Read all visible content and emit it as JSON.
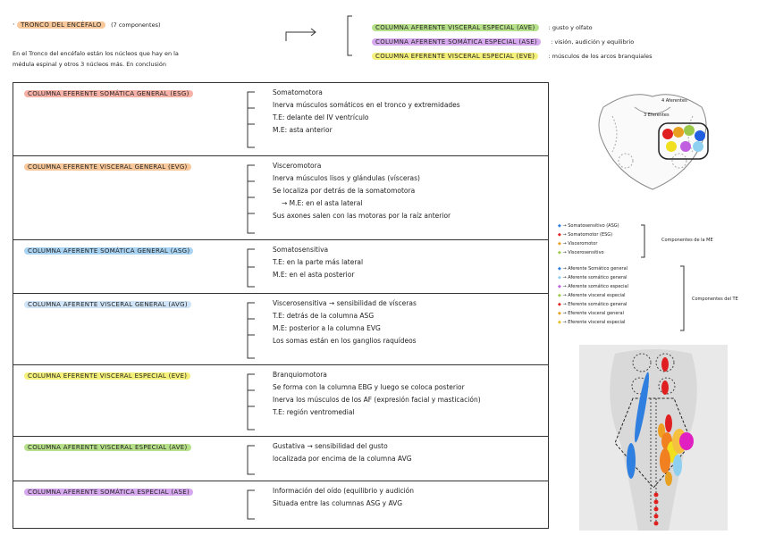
{
  "header": {
    "bullet": "·",
    "title": "TRONCO DEL ENCÉFALO",
    "subtitle": "(7 componentes)",
    "intro_line1": "En el Tronco del encéfalo están los núcleos que hay en la",
    "intro_line2": "médula espinal y otros 3 núcleos más. En conclusión"
  },
  "special_columns": [
    {
      "label": "COLUMNA AFERENTE VISCERAL ESPECIAL (AVE)",
      "desc": ": gusto y olfato",
      "color": "#b7e08a"
    },
    {
      "label": "COLUMNA AFERENTE SOMÁTICA ESPECIAL (ASE)",
      "desc": ": visión, audición y equilibrio",
      "color": "#d6a8ee"
    },
    {
      "label": "COLUMNA EFERENTE VISCERAL ESPECIAL (EVE)",
      "desc": ": músculos de los arcos branquiales",
      "color": "#f5f07a"
    }
  ],
  "rows": [
    {
      "label": "COLUMNA EFERENTE SOMÁTICA GENERAL (ESG)",
      "color": "#f7b2a8",
      "lines": [
        "Somatomotora",
        "Inerva músculos somáticos en el tronco y extremidades",
        "T.E: delante del IV ventrículo",
        "M.E: asta anterior"
      ]
    },
    {
      "label": "COLUMNA EFERENTE VISCERAL GENERAL (EVG)",
      "color": "#f8c79a",
      "lines": [
        "Visceromotora",
        "Inerva músculos lisos y glándulas (vísceras)",
        "Se localiza por detrás de la somatomotora",
        "→ M.E: en el asta lateral",
        "Sus axones salen con las motoras por la raíz anterior"
      ]
    },
    {
      "label": "COLUMNA AFERENTE SOMÁTICA GENERAL (ASG)",
      "color": "#a9d3f2",
      "lines": [
        "Somatosensitiva",
        "T.E: en la parte más lateral",
        "M.E: en el asta posterior"
      ]
    },
    {
      "label": "COLUMNA AFERENTE VISCERAL GENERAL (AVG)",
      "color": "#cfe4f7",
      "lines": [
        "Viscerosensitiva → sensibilidad de vísceras",
        "T.E: detrás de la columna ASG",
        "M.E: posterior a la columna EVG",
        "Los somas están en los ganglios raquídeos"
      ]
    },
    {
      "label": "COLUMNA EFERENTE VISCERAL ESPECIAL (EVE)",
      "color": "#f5f07a",
      "lines": [
        "Branquiomotora",
        "Se forma con la columna EBG y luego se coloca posterior",
        "Inerva los músculos de los AF (expresión facial y masticación)",
        "T.E: región ventromedial"
      ]
    },
    {
      "label": "COLUMNA AFERENTE VISCERAL ESPECIAL (AVE)",
      "color": "#b7e08a",
      "lines": [
        "Gustativa → sensibilidad del gusto",
        "localizada por encima de la columna AVG"
      ]
    },
    {
      "label": "COLUMNA AFERENTE SOMÁTICA ESPECIAL (ASE)",
      "color": "#d6a8ee",
      "lines": [
        "Información del oído (equilibrio y audición",
        "Situada entre las columnas ASG y AVG"
      ]
    }
  ],
  "diagram": {
    "label_afferent": "4 Aferentes",
    "label_efferent": "3 Eferentes"
  },
  "legend_me": {
    "title": "Componentes de la ME",
    "items": [
      {
        "text": "Somatosensitivo (ASG)",
        "color": "#2e7fe0"
      },
      {
        "text": "Somatomotor (ESG)",
        "color": "#e02020"
      },
      {
        "text": "Visceromotor",
        "color": "#e8a020"
      },
      {
        "text": "Viscerosensitivo",
        "color": "#9ac84a"
      }
    ]
  },
  "legend_te": {
    "title": "Componentes del TE",
    "items": [
      {
        "text": "Aferente Somático general",
        "color": "#2e7fe0"
      },
      {
        "text": "Aferente somático general",
        "color": "#8fd0f0"
      },
      {
        "text": "Aferente somático especial",
        "color": "#c060e0"
      },
      {
        "text": "Aferente visceral especial",
        "color": "#9ac84a"
      },
      {
        "text": "Eferente somático general",
        "color": "#e02020"
      },
      {
        "text": "Eferente visceral general",
        "color": "#e8a020"
      },
      {
        "text": "Eferente visceral especial",
        "color": "#e8c020"
      }
    ]
  }
}
